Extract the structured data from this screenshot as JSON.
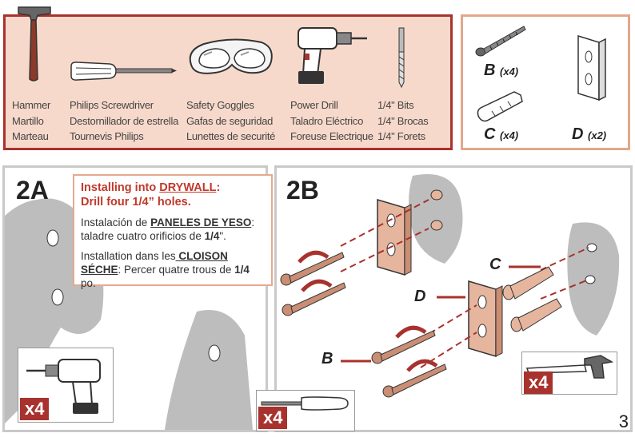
{
  "tools": [
    {
      "icon": "hammer-icon",
      "en": "Hammer",
      "es": "Martillo",
      "fr": "Marteau"
    },
    {
      "icon": "screwdriver-icon",
      "en": "Philips Screwdriver",
      "es": "Destornillador de estrella",
      "fr": "Tournevis Philips"
    },
    {
      "icon": "safety-goggles-icon",
      "en": "Safety Goggles",
      "es": "Gafas de seguridad",
      "fr": "Lunettes de securité"
    },
    {
      "icon": "power-drill-icon",
      "en": "Power Drill",
      "es": "Taladro Eléctrico",
      "fr": "Foreuse Electrique"
    },
    {
      "icon": "drill-bit-icon",
      "en": "1/4\" Bits",
      "es": "1/4\" Brocas",
      "fr": "1/4\" Forets"
    }
  ],
  "parts": [
    {
      "icon": "screw-icon",
      "letter": "B",
      "qty": "(x4)"
    },
    {
      "icon": "wall-anchor-icon",
      "letter": "C",
      "qty": "(x4)"
    },
    {
      "icon": "bracket-icon",
      "letter": "D",
      "qty": "(x2)"
    }
  ],
  "step2a": {
    "label": "2A",
    "en_line1_pre": "Installing  into ",
    "en_line1_u": "DRYWALL",
    "en_line1_post": ":",
    "en_line2": "Drill four 1/4” holes.",
    "es_pre": "Instalación de ",
    "es_u": "PANELES DE YESO",
    "es_post": ":",
    "es_line2_pre": "taladre cuatro orificios de ",
    "es_line2_b": "1/4",
    "es_line2_post": "\".",
    "fr_pre": "Installation dans les",
    "fr_u1": " CLOISON",
    "fr_u2": "SÉCHE",
    "fr_post_pre": ": Percer quatre trous de ",
    "fr_post_b": "1/4",
    "fr_post_end": " po.",
    "qty": "x4"
  },
  "step2b": {
    "label": "2B",
    "callout_c": "C",
    "callout_d": "D",
    "callout_b": "B",
    "qty_screwdriver": "x4",
    "qty_hammer": "x4"
  },
  "page_number": "3"
}
